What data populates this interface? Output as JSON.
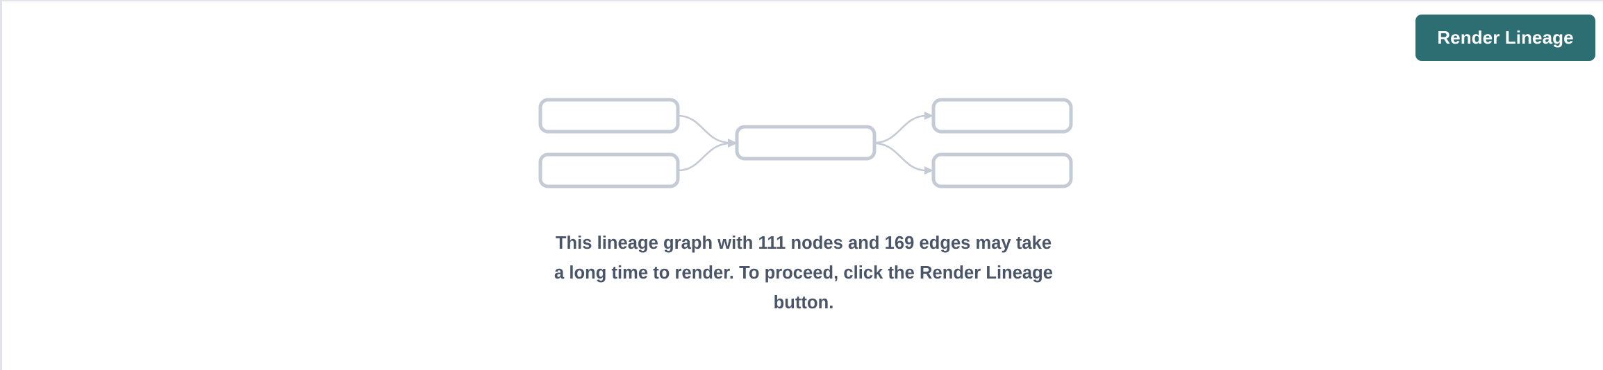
{
  "window": {
    "background_color": "#ffffff",
    "border_color": "#e2e4e9"
  },
  "toolbar": {
    "render_button": {
      "label": "Render Lineage",
      "name": "render-lineage-button",
      "background_color": "#2d6e73",
      "text_color": "#ffffff"
    }
  },
  "placeholder": {
    "graph_illustration": {
      "stroke_color": "#c5cbd5",
      "fill_color": "#ffffff",
      "node_count_shown": 5,
      "edge_count_shown": 4,
      "nodes": [
        {
          "id": "upstream-1",
          "label": "",
          "column": "left",
          "row": "top"
        },
        {
          "id": "upstream-2",
          "label": "",
          "column": "left",
          "row": "bottom"
        },
        {
          "id": "focus",
          "label": "",
          "column": "center",
          "row": "middle"
        },
        {
          "id": "downstream-1",
          "label": "",
          "column": "right",
          "row": "top"
        },
        {
          "id": "downstream-2",
          "label": "",
          "column": "right",
          "row": "bottom"
        }
      ],
      "edges": [
        {
          "from": "upstream-1",
          "to": "focus"
        },
        {
          "from": "upstream-2",
          "to": "focus"
        },
        {
          "from": "focus",
          "to": "downstream-1"
        },
        {
          "from": "focus",
          "to": "downstream-2"
        }
      ]
    },
    "message": {
      "node_count": "111",
      "edge_count": "169",
      "line1": "This lineage graph with 111 nodes and 169 edges may take",
      "line2": "a long time to render. To proceed, click the Render Lineage",
      "line3": "button.",
      "text_color": "#4a5568"
    }
  }
}
